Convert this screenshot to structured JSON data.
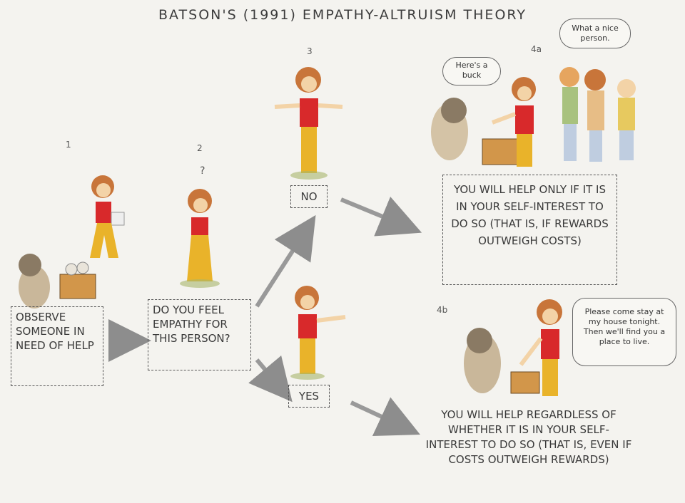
{
  "title": "BATSON'S (1991) EMPATHY-ALTRUISM THEORY",
  "steps": {
    "n1": "1",
    "n2": "2",
    "n3": "3",
    "n4a": "4a",
    "n4b": "4b",
    "qmark": "?"
  },
  "boxes": {
    "observe": "OBSERVE SOMEONE IN NEED OF HELP",
    "empathy": "DO YOU FEEL EMPATHY FOR THIS PERSON?",
    "no": "NO",
    "yes": "YES",
    "help_only": "YOU WILL HELP ONLY IF IT IS IN YOUR SELF-INTEREST TO DO SO (THAT IS, IF REWARDS OUTWEIGH COSTS)",
    "help_regardless": "YOU WILL HELP REGARDLESS OF WHETHER IT IS IN YOUR SELF-INTEREST TO DO SO (THAT IS, EVEN IF COSTS OUTWEIGH REWARDS)"
  },
  "bubbles": {
    "heres_a_buck": "Here's a buck",
    "nice_person": "What a nice person.",
    "please_stay": "Please come stay at my house tonight. Then we'll find you a place to live."
  },
  "colors": {
    "shirt": "#d8292b",
    "hair": "#c8753a",
    "pants": "#e9b32a",
    "arrow": "#8d8d8d",
    "skin": "#f3d3a7"
  }
}
